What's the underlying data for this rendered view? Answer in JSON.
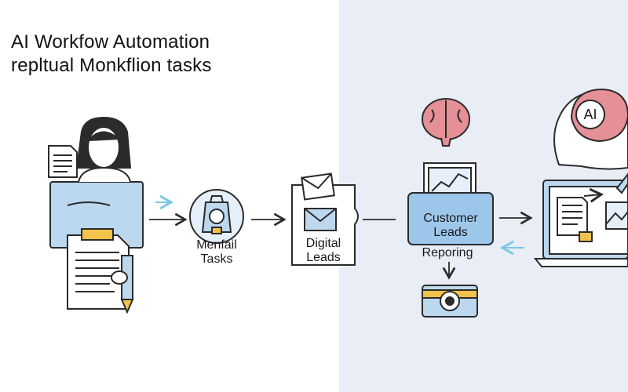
{
  "title": {
    "line1": "AI Workfow Automation",
    "line2": "repltual Monkflion tasks"
  },
  "nodes": {
    "manual": {
      "line1": "Menfail",
      "line2": "Tasks"
    },
    "digital": {
      "line1": "Digital",
      "line2": "Leads"
    },
    "customer": {
      "line1": "Customer",
      "line2": "Leads"
    },
    "reporting": "Reporing",
    "ai_badge": "AI"
  },
  "colors": {
    "outline": "#2b2b2b",
    "light_blue": "#bcd8ef",
    "mid_blue": "#9cc6ea",
    "brain_pink": "#e58f96",
    "accent_yellow": "#f3c24a",
    "accent_arrow": "#7cc7e6",
    "bg_right": "#e9eef6"
  },
  "icons": [
    "woman-figure-icon",
    "document-icon",
    "clipboard-icon",
    "pencil-icon",
    "bag-icon",
    "envelope-icon",
    "brain-icon",
    "monitor-chart-icon",
    "camera-icon",
    "ai-head-icon",
    "laptop-icon"
  ]
}
